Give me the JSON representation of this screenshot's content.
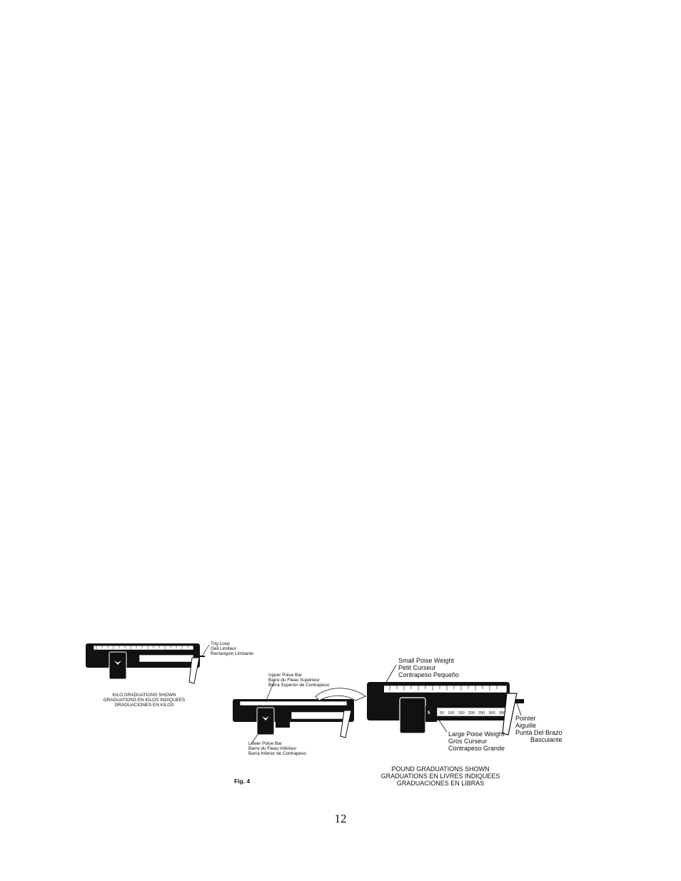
{
  "figure": {
    "caption": "Fig. 4",
    "kilo_scale": {
      "label_trig_loop": [
        "Trig Loop",
        "Oeil Limiteur",
        "Rectangulo Limitante"
      ],
      "caption": [
        "KILO GRADUATIONS SHOWN",
        "GRADUATIONS EN KILOS INDIQUEES",
        "GRADUACIONES EN KILOS"
      ]
    },
    "middle_scale": {
      "label_upper_poise_bar": [
        "Upper Poise Bar",
        "Barre du Fleau Supérieur",
        "Barra Superior de Contrapeso"
      ],
      "label_lower_poise_bar": [
        "Lower Poise Bar",
        "Barre du Fleau Inférieur",
        "Barra Inferior de Contrapeso"
      ]
    },
    "pound_scale": {
      "label_small_poise": [
        "Small Poise Weight",
        "Petit Curseur",
        "Contrapeso Pequeño"
      ],
      "label_large_poise": [
        "Large Poise Weight",
        "Gros Curseur",
        "Contrapeso Grande"
      ],
      "label_pointer": [
        "Pointer",
        "Aiguille",
        "Punta Del Brazo",
        "Basculante"
      ],
      "caption": [
        "POUND GRADUATIONS SHOWN",
        "GRADUATIONS EN LIVRES INDIQUEES",
        "GRADUACIONES EN LIBRAS"
      ],
      "lower_scale_ticks": [
        "50",
        "100",
        "150",
        "200",
        "250",
        "300",
        "350"
      ],
      "poise_mark": "5"
    }
  },
  "page_number": "12"
}
